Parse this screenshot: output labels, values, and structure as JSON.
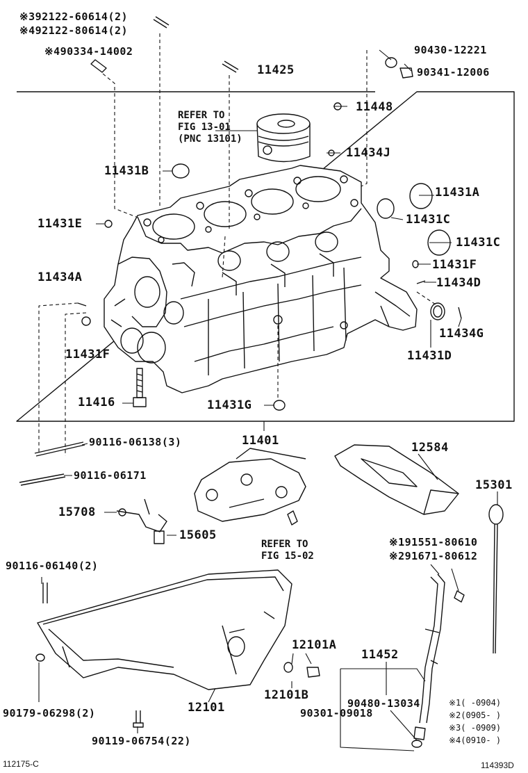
{
  "labels": {
    "p92122_60614": "※392122-60614(2)",
    "p92122_80614": "※492122-80614(2)",
    "p90334_14002": "※490334-14002",
    "p11425": "11425",
    "p90430_12221": "90430-12221",
    "p90341_12006": "90341-12006",
    "p11448": "11448",
    "p11434J": "11434J",
    "p11431B": "11431B",
    "p11431A": "11431A",
    "p11431E": "11431E",
    "p11431C_1": "11431C",
    "p11431C_2": "11431C",
    "p11431F_r": "11431F",
    "p11434A": "11434A",
    "p11434D": "11434D",
    "p11434G": "11434G",
    "p11431F_l": "11431F",
    "p11431D": "11431D",
    "p11416": "11416",
    "p11431G": "11431G",
    "p11401": "11401",
    "p90116_06138": "90116-06138(3)",
    "p12584": "12584",
    "p90116_06171": "90116-06171",
    "p15301": "15301",
    "p15708": "15708",
    "p15605": "15605",
    "p91551": "※191551-80610",
    "p91671": "※291671-80612",
    "p90116_06140": "90116-06140(2)",
    "p12101A": "12101A",
    "p11452": "11452",
    "p12101B": "12101B",
    "p12101": "12101",
    "p90480": "90480-13034",
    "p90179": "90179-06298(2)",
    "p90301": "90301-09018",
    "p90119": "90119-06754(22)",
    "fig_left": "112175-C",
    "fig_right": "114393D"
  },
  "refs": {
    "ref1301": "REFER TO\nFIG 13-01\n(PNC 13101)",
    "ref1502": "REFER TO\nFIG 15-02"
  },
  "notes": [
    "※1(     -0904)",
    "※2(0905-     )",
    "※3(     -0909)",
    "※4(0910-     )"
  ],
  "colors": {
    "ink": "#111111",
    "paper": "#ffffff"
  }
}
